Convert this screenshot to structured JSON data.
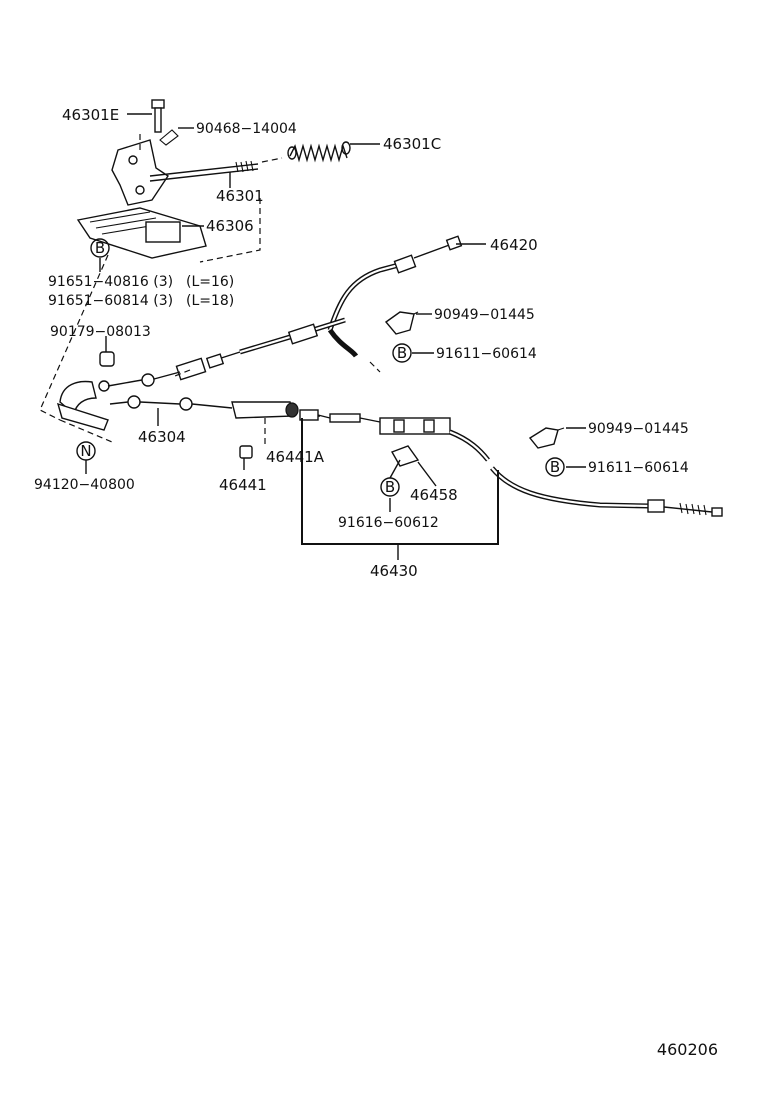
{
  "parts": {
    "p46301E": "46301E",
    "p90468_14004": "90468−14004",
    "p46301C": "46301C",
    "p46301": "46301",
    "p46306": "46306",
    "p91651_40816": "91651−40816 (3)",
    "len16": "(L=16)",
    "p91651_60814": "91651−60814 (3)",
    "len18": "(L=18)",
    "p46420": "46420",
    "p90949_01445_a": "90949−01445",
    "p91611_60614_a": "91611−60614",
    "p90179_08013": "90179−08013",
    "p46304": "46304",
    "p46441A": "46441A",
    "p46441": "46441",
    "p94120_40800": "94120−40800",
    "p90949_01445_b": "90949−01445",
    "p91611_60614_b": "91611−60614",
    "p46458": "46458",
    "p91616_60612": "91616−60612",
    "p46430": "46430"
  },
  "badges": {
    "b1": "B",
    "b2": "B",
    "b3": "B",
    "b4": "B",
    "n1": "N"
  },
  "diagram_code": "460206"
}
